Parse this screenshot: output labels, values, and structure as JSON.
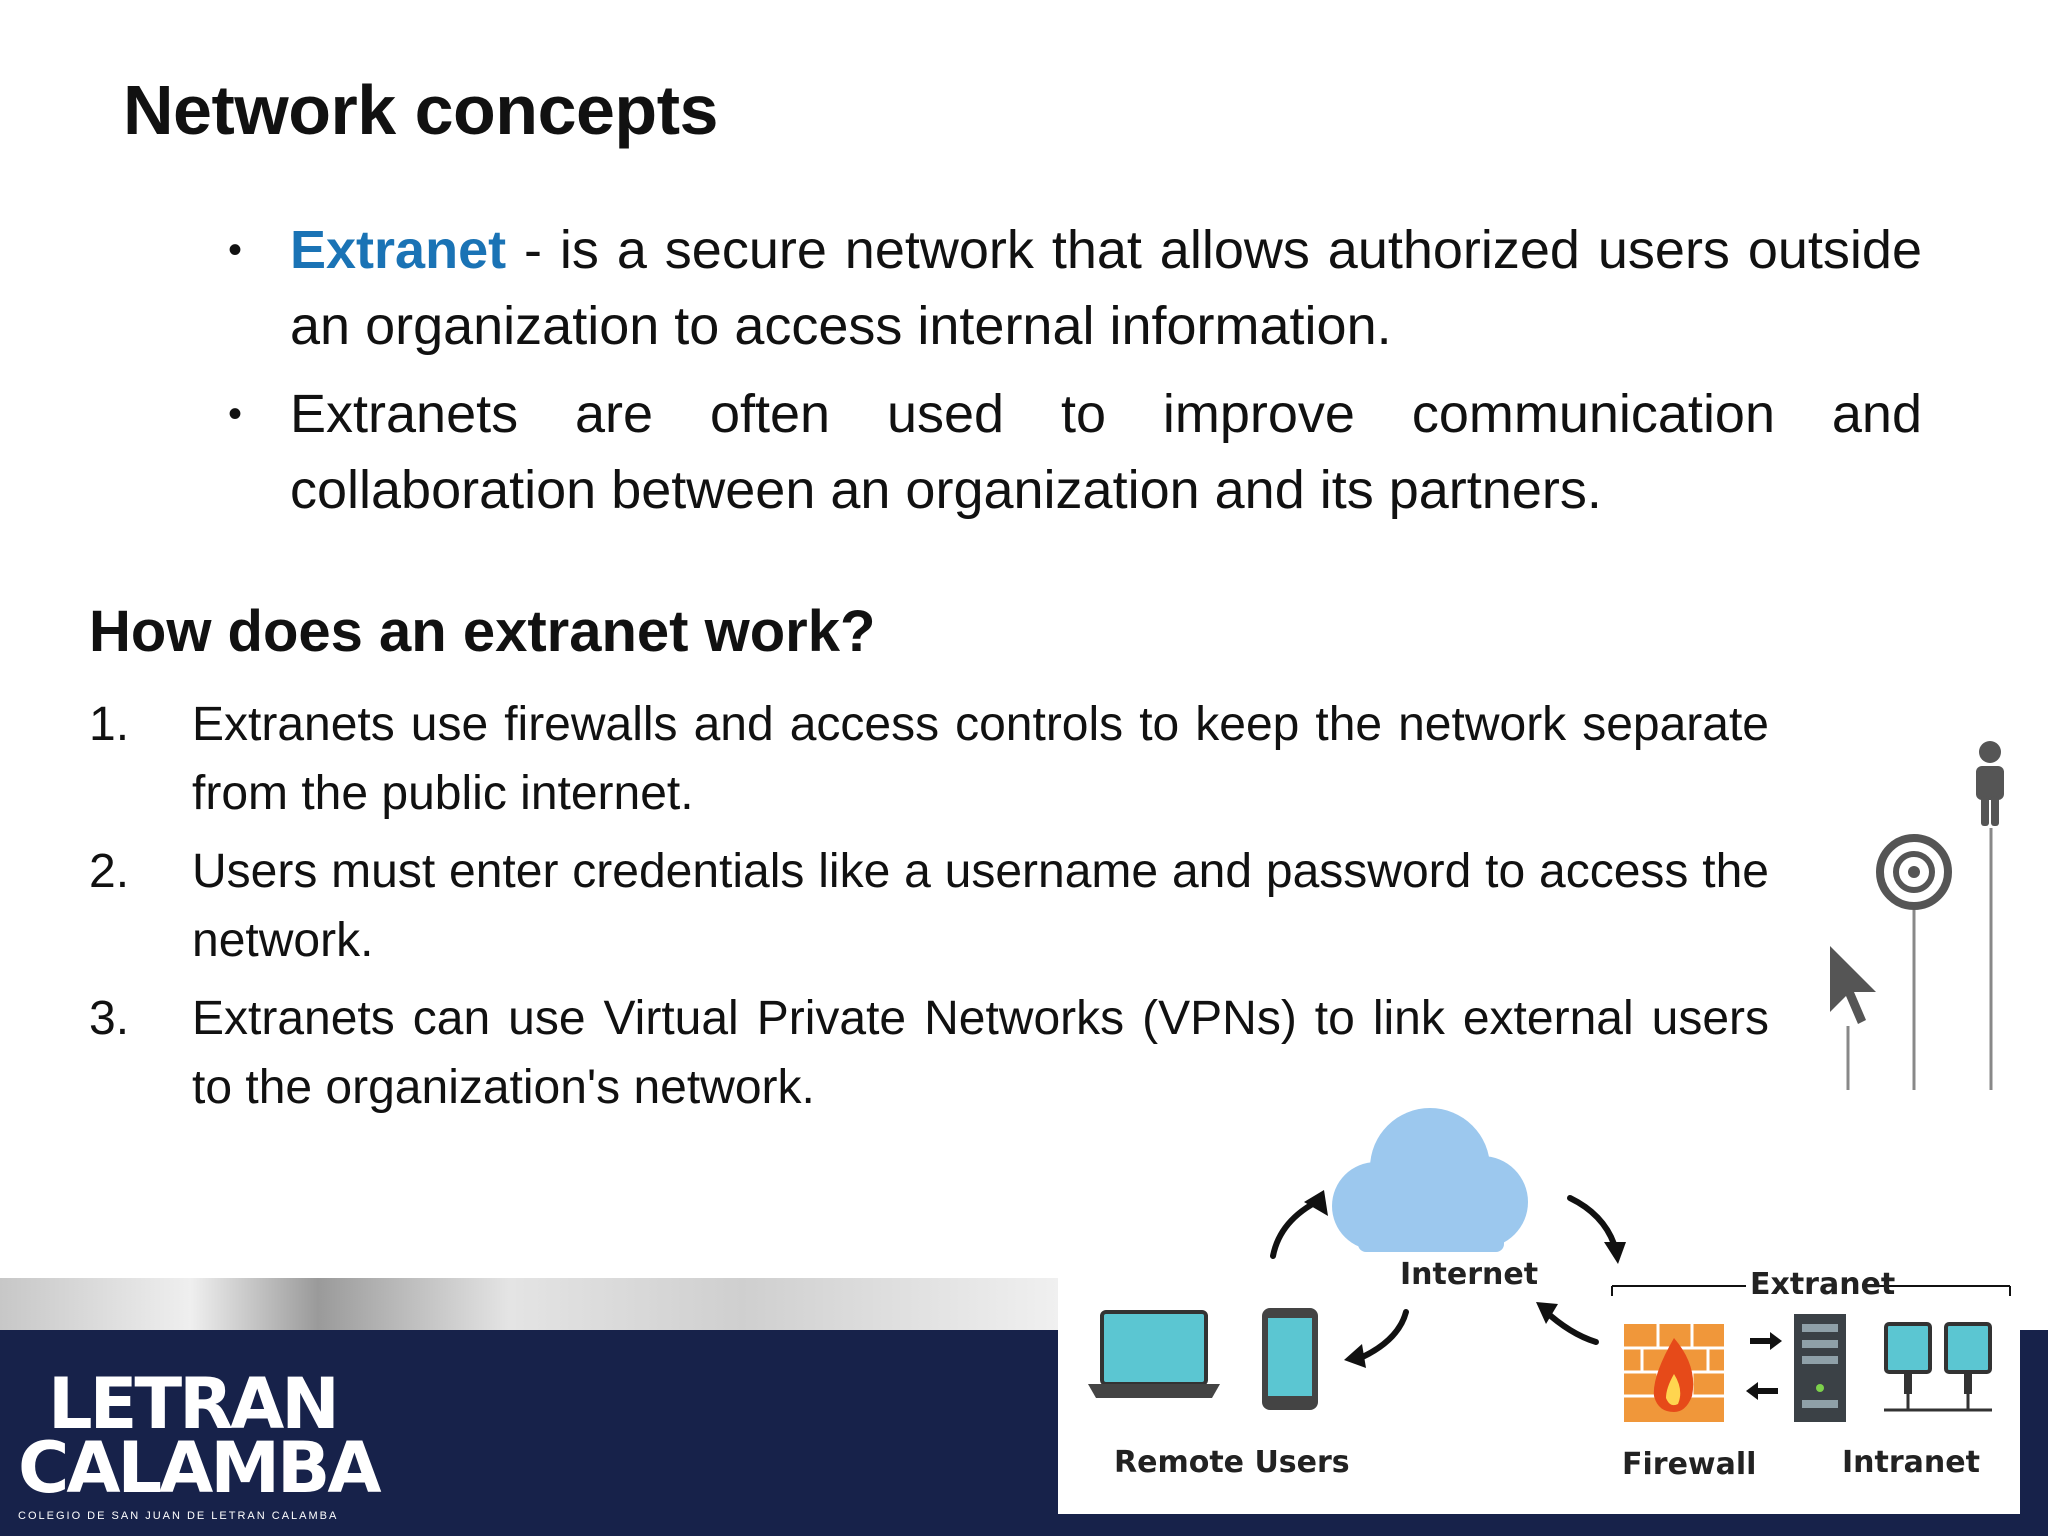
{
  "slide": {
    "title": "Network concepts",
    "bullets": [
      {
        "term": "Extranet",
        "text": " - is a secure network that allows authorized users outside an organization to access internal information."
      },
      {
        "term": "",
        "text": "Extranets are often used to improve communication and collaboration between an organization and its partners."
      }
    ],
    "subheading": "How does an extranet work?",
    "steps": [
      {
        "num": "1.",
        "text": "Extranets use firewalls and access controls to keep the network separate from the public internet."
      },
      {
        "num": "2.",
        "text": "Users must enter credentials like a username and password to access the network."
      },
      {
        "num": "3.",
        "text": "Extranets can use Virtual Private Networks (VPNs) to link external users to the organization's network."
      }
    ]
  },
  "logo": {
    "line1": "LETRAN",
    "line2": "CALAMBA",
    "tagline": "COLEGIO DE SAN JUAN DE LETRAN CALAMBA"
  },
  "diagram": {
    "labels": {
      "internet": "Internet",
      "extranet": "Extranet",
      "remote_users": "Remote Users",
      "firewall": "Firewall",
      "intranet": "Intranet"
    },
    "icons": [
      "cloud-icon",
      "laptop-icon",
      "phone-icon",
      "firewall-icon",
      "server-icon",
      "monitor-icon",
      "arrow-icon"
    ]
  },
  "decor_icons": [
    "person-icon",
    "target-icon",
    "cursor-icon"
  ],
  "colors": {
    "accent": "#1a73b5",
    "footer": "#17224a",
    "cloud": "#9cc8ee",
    "device": "#5bc6d2",
    "firewall": "#f0973a"
  }
}
